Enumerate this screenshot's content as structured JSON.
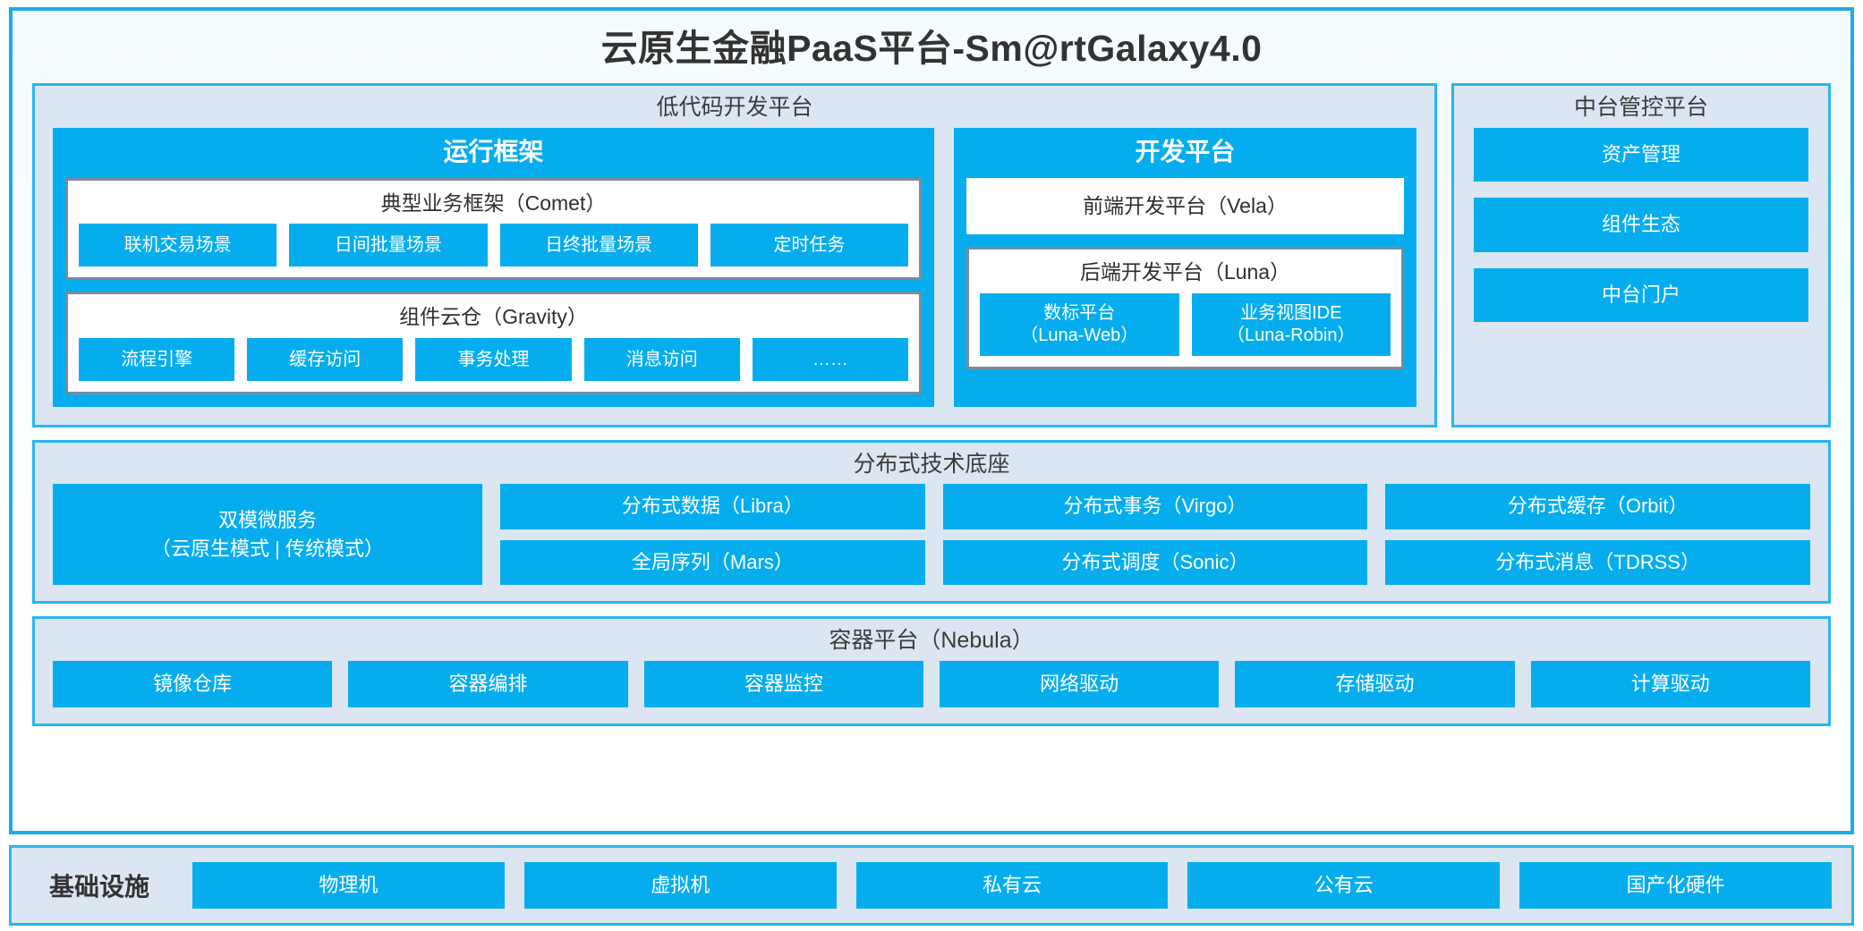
{
  "app": {
    "title": "云原生金融PaaS平台-Sm@rtGalaxy4.0"
  },
  "colors": {
    "accent_blue": "#05ADEE",
    "border_blue": "#29B6EF",
    "panel_bg": "#DBE6F2",
    "group_border_gray": "#7C8A98",
    "text_dark": "#333333",
    "white": "#FFFFFF"
  },
  "lowcode": {
    "title": "低代码开发平台",
    "runtime": {
      "title": "运行框架",
      "comet": {
        "title": "典型业务框架（Comet）",
        "items": [
          "联机交易场景",
          "日间批量场景",
          "日终批量场景",
          "定时任务"
        ]
      },
      "gravity": {
        "title": "组件云仓（Gravity）",
        "items": [
          "流程引擎",
          "缓存访问",
          "事务处理",
          "消息访问",
          "……"
        ]
      }
    },
    "devplatform": {
      "title": "开发平台",
      "frontend": "前端开发平台（Vela）",
      "backend": {
        "title": "后端开发平台（Luna）",
        "items": [
          {
            "name": "数标平台",
            "code": "（Luna-Web）"
          },
          {
            "name": "业务视图IDE",
            "code": "（Luna-Robin）"
          }
        ]
      }
    }
  },
  "midoffice": {
    "title": "中台管控平台",
    "items": [
      "资产管理",
      "组件生态",
      "中台门户"
    ]
  },
  "distributed": {
    "title": "分布式技术底座",
    "dual_mode": {
      "line1": "双模微服务",
      "line2": "（云原生模式 | 传统模式）"
    },
    "columns": [
      {
        "top": "分布式数据（Libra）",
        "bottom": "全局序列（Mars）"
      },
      {
        "top": "分布式事务（Virgo）",
        "bottom": "分布式调度（Sonic）"
      },
      {
        "top": "分布式缓存（Orbit）",
        "bottom": "分布式消息（TDRSS）"
      }
    ]
  },
  "container": {
    "title": "容器平台（Nebula）",
    "items": [
      "镜像仓库",
      "容器编排",
      "容器监控",
      "网络驱动",
      "存储驱动",
      "计算驱动"
    ]
  },
  "infrastructure": {
    "label": "基础设施",
    "items": [
      "物理机",
      "虚拟机",
      "私有云",
      "公有云",
      "国产化硬件"
    ]
  }
}
